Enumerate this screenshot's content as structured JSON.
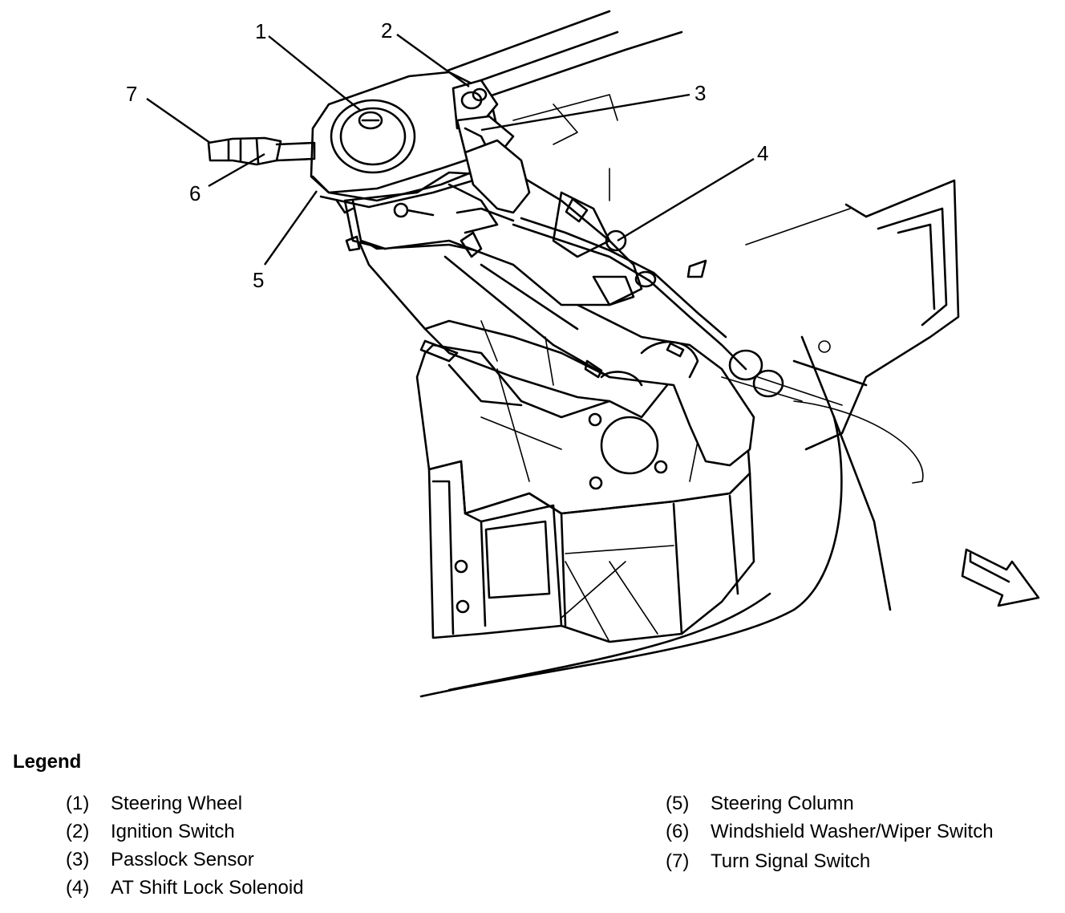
{
  "callouts": [
    "1",
    "2",
    "3",
    "4",
    "5",
    "6",
    "7"
  ],
  "legend": {
    "title": "Legend",
    "items": [
      {
        "num": "(1)",
        "label": "Steering Wheel"
      },
      {
        "num": "(2)",
        "label": "Ignition Switch"
      },
      {
        "num": "(3)",
        "label": "Passlock Sensor"
      },
      {
        "num": "(4)",
        "label": "AT Shift Lock Solenoid"
      },
      {
        "num": "(5)",
        "label": "Steering Column"
      },
      {
        "num": "(6)",
        "label": "Windshield Washer/Wiper Switch"
      },
      {
        "num": "(7)",
        "label": "Turn Signal Switch"
      }
    ]
  }
}
